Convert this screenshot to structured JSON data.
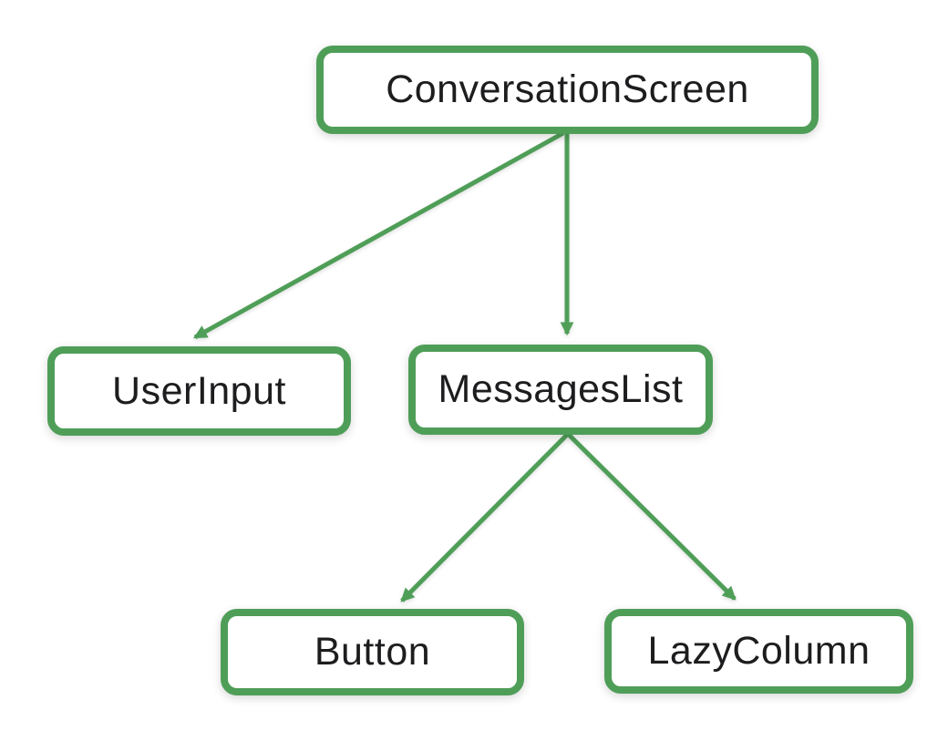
{
  "diagram": {
    "type": "tree",
    "accent_color": "#4f9e58",
    "text_color": "#1d1d1f",
    "background_color": "#ffffff",
    "nodes": [
      {
        "id": "conversation-screen",
        "label": "ConversationScreen"
      },
      {
        "id": "user-input",
        "label": "UserInput"
      },
      {
        "id": "messages-list",
        "label": "MessagesList"
      },
      {
        "id": "button",
        "label": "Button"
      },
      {
        "id": "lazy-column",
        "label": "LazyColumn"
      }
    ],
    "edges": [
      {
        "from": "ConversationScreen",
        "to": "UserInput"
      },
      {
        "from": "ConversationScreen",
        "to": "MessagesList"
      },
      {
        "from": "MessagesList",
        "to": "Button"
      },
      {
        "from": "MessagesList",
        "to": "LazyColumn"
      }
    ]
  }
}
